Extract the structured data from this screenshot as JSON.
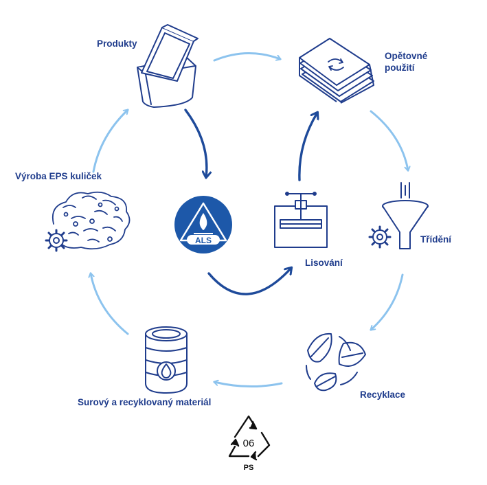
{
  "nodes": {
    "products": {
      "label": "Produkty"
    },
    "reuse": {
      "label_line1": "Opětovné",
      "label_line2": "použití"
    },
    "sorting": {
      "label": "Třídění"
    },
    "recycling": {
      "label": "Recyklace"
    },
    "raw_material": {
      "label": "Surový a recyklovaný materiál"
    },
    "eps_production": {
      "label": "Výroba EPS kuliček"
    },
    "pressing": {
      "label": "Lisování"
    }
  },
  "center_logo": {
    "text": "ALS"
  },
  "recycling_symbol": {
    "code": "06",
    "material": "PS"
  },
  "colors": {
    "dark_blue": "#1f3c8c",
    "outer_arrow": "#8cc3ee",
    "inner_arrow": "#1e4a9a",
    "logo_blue": "#1d58a9"
  }
}
